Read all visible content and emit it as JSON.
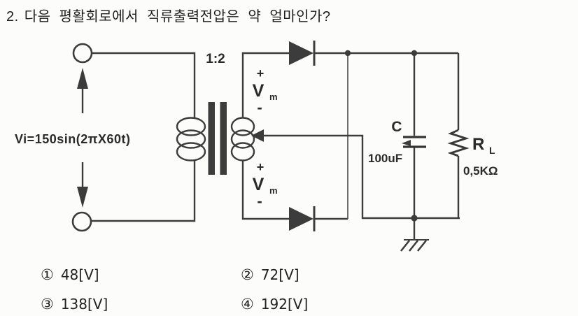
{
  "question": {
    "number": "2.",
    "text": "다음 평활회로에서 직류출력전압은 약 얼마인가?"
  },
  "circuit": {
    "source_label": "Vi=150sin(2πX60t)",
    "turns_ratio": "1:2",
    "vm_top": {
      "plus": "+",
      "v": "V",
      "sub": "m",
      "minus": "-"
    },
    "vm_bottom": {
      "plus": "+",
      "v": "V",
      "sub": "m",
      "minus": "-"
    },
    "capacitor": {
      "name": "C",
      "value": "100uF"
    },
    "load": {
      "name": "R",
      "sub": "L",
      "value": "0,5KΩ"
    }
  },
  "choices": [
    {
      "num": "①",
      "text": "48[V]"
    },
    {
      "num": "②",
      "text": "72[V]"
    },
    {
      "num": "③",
      "text": "138[V]"
    },
    {
      "num": "④",
      "text": "192[V]"
    }
  ],
  "colors": {
    "ink": "#3c3c3c",
    "text": "#1e1e1e",
    "background": "#fcfcfb"
  }
}
